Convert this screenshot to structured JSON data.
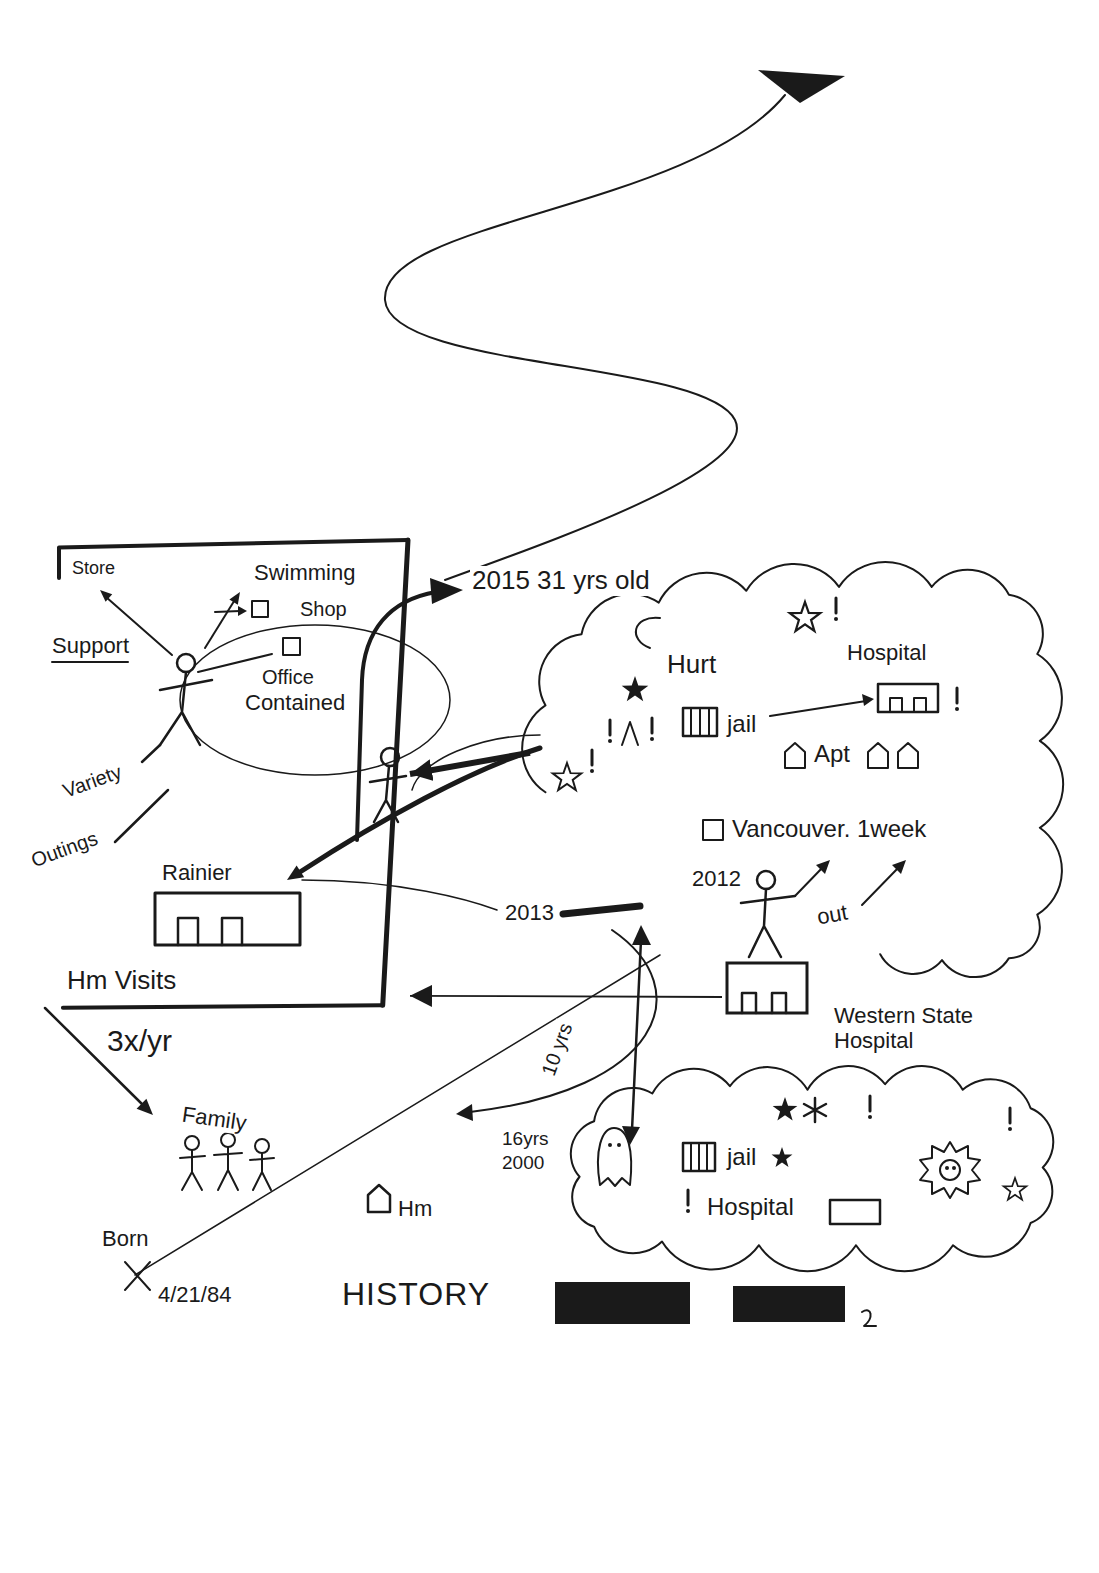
{
  "diagram": {
    "title": "HISTORY",
    "nodes": [
      {
        "text": [
          "Store",
          "Swimming",
          "Shop",
          "Support",
          "Office",
          "Contained",
          "Variety",
          "Outings",
          "Rainier",
          "Hm Visits"
        ]
      },
      {
        "text": [
          "Hurt",
          "Hospital",
          "jail",
          "Apt",
          "Vancouver. 1week"
        ]
      },
      {
        "text": [
          "Western State Hospital"
        ]
      },
      {
        "text": [
          "jail",
          "Hospital"
        ]
      }
    ],
    "edges": [
      {
        "from": 1,
        "to": 0,
        "arrow": "to"
      },
      {
        "from": 2,
        "to": 0,
        "arrow": "to"
      }
    ],
    "labels": [
      "2015 31 yrs old",
      "2012",
      "2013",
      "out",
      "10 yrs",
      "16yrs",
      "2000",
      "Family",
      "Hm",
      "Born",
      "4/21/84",
      "3x/yr"
    ]
  }
}
